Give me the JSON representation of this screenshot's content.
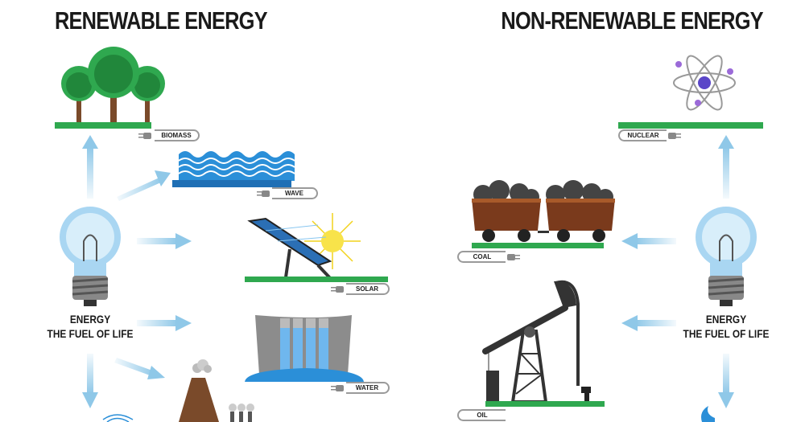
{
  "titles": {
    "renewable": "RENEWABLE ENERGY",
    "non_renewable": "NON-RENEWABLE ENERGY"
  },
  "bulb_left": {
    "line1": "ENERGY",
    "line2": "THE FUEL OF LIFE"
  },
  "bulb_right": {
    "line1": "ENERGY",
    "line2": "THE FUEL OF LIFE"
  },
  "renewable_sources": [
    {
      "label": "BIOMASS",
      "icon": "trees-icon"
    },
    {
      "label": "WAVE",
      "icon": "wave-icon"
    },
    {
      "label": "SOLAR",
      "icon": "solar-panel-icon"
    },
    {
      "label": "WATER",
      "icon": "dam-icon"
    }
  ],
  "non_renewable_sources": [
    {
      "label": "NUCLEAR",
      "icon": "atom-icon"
    },
    {
      "label": "COAL",
      "icon": "coal-cart-icon"
    },
    {
      "label": "OIL",
      "icon": "oil-pump-icon"
    }
  ],
  "colors": {
    "grass": "#2fa84f",
    "arrow": "#8fc8e8",
    "water": "#2b8fd8",
    "bulb": "#a9d6f2"
  }
}
